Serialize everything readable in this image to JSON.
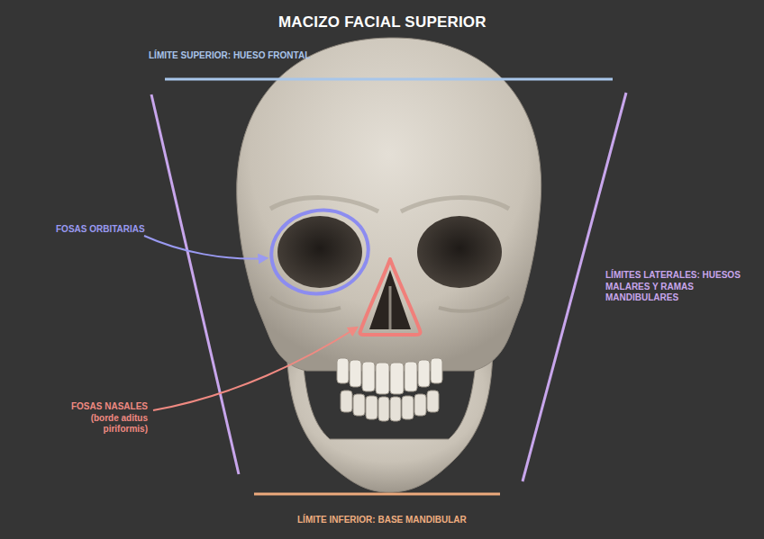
{
  "diagram": {
    "title": "MACIZO FACIAL SUPERIOR",
    "labels": [
      "LÍMITE SUPERIOR: HUESO FRONTAL",
      "FOSAS ORBITARIAS",
      "LÍMITES LATERALES: HUESOS MALARES Y RAMAS MANDIBULARES",
      "FOSAS NASALES (borde aditus piriformis)",
      "LÍMITE INFERIOR: BASE MANDIBULAR"
    ]
  }
}
